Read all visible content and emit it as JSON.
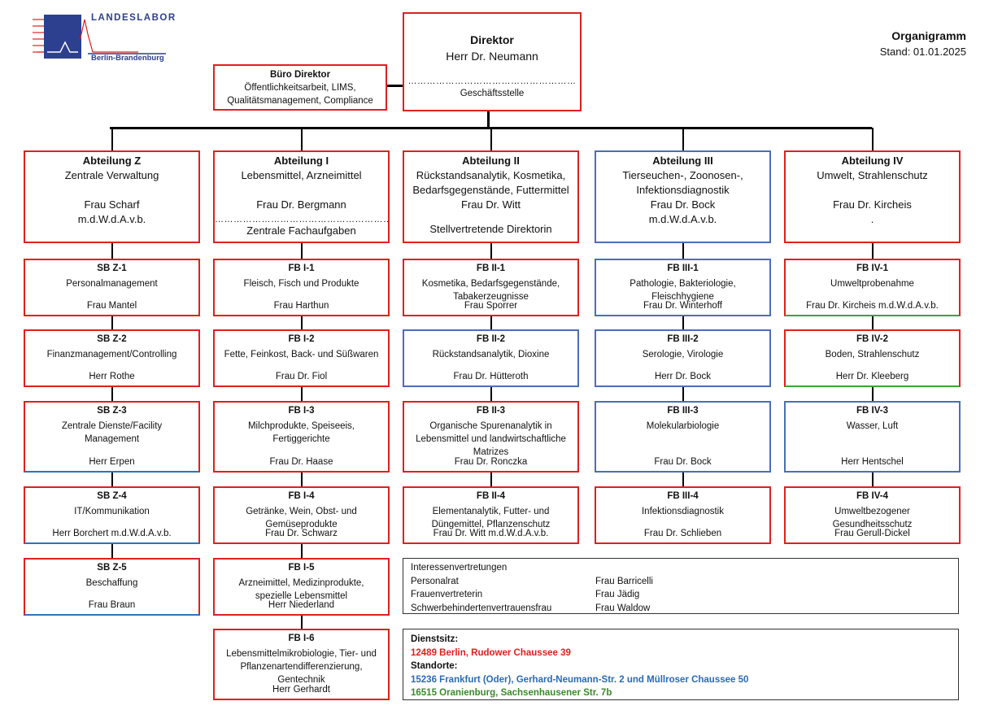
{
  "logo": {
    "line1": "LANDESLABOR",
    "line2": "Berlin-Brandenburg",
    "primary": "#2d3f8f",
    "accent": "#e0201c"
  },
  "header": {
    "title": "Organigramm",
    "date": "Stand: 01.01.2025"
  },
  "director": {
    "title": "Direktor",
    "name": "Herr Dr. Neumann",
    "dots": "………………………………………………",
    "sub": "Geschäftsstelle"
  },
  "office": {
    "title": "Büro Direktor",
    "line1": "Öffentlichkeitsarbeit, LIMS,",
    "line2": "Qualitätsmanagement, Compliance"
  },
  "departments": [
    {
      "title": "Abteilung Z",
      "desc": [
        "Zentrale Verwaltung"
      ],
      "person": "Frau Scharf",
      "extra": "m.d.W.d.A.v.b.",
      "units": [
        {
          "code": "SB Z-1",
          "desc": [
            "Personalmanagement"
          ],
          "person": "Frau Mantel"
        },
        {
          "code": "SB Z-2",
          "desc": [
            "Finanzmanagement/Controlling"
          ],
          "person": "Herr Rothe"
        },
        {
          "code": "SB Z-3",
          "desc": [
            "Zentrale Dienste/Facility",
            "Management"
          ],
          "person": "Herr Erpen"
        },
        {
          "code": "SB Z-4",
          "desc": [
            "IT/Kommunikation"
          ],
          "person": "Herr Borchert m.d.W.d.A.v.b."
        },
        {
          "code": "SB Z-5",
          "desc": [
            "Beschaffung"
          ],
          "person": "Frau Braun"
        }
      ]
    },
    {
      "title": "Abteilung I",
      "desc": [
        "Lebensmittel, Arzneimittel"
      ],
      "person": "Frau Dr. Bergmann",
      "dots": "…………………………………………………",
      "extra": "Zentrale Fachaufgaben",
      "units": [
        {
          "code": "FB I-1",
          "desc": [
            "Fleisch, Fisch und Produkte"
          ],
          "person": "Frau Harthun"
        },
        {
          "code": "FB I-2",
          "desc": [
            "Fette, Feinkost, Back- und Süßwaren"
          ],
          "person": "Frau Dr. Fiol"
        },
        {
          "code": "FB I-3",
          "desc": [
            "Milchprodukte, Speiseeis,",
            "Fertiggerichte"
          ],
          "person": "Frau Dr. Haase"
        },
        {
          "code": "FB I-4",
          "desc": [
            "Getränke, Wein, Obst- und",
            "Gemüseprodukte"
          ],
          "person": "Frau Dr. Schwarz"
        },
        {
          "code": "FB I-5",
          "desc": [
            "Arzneimittel, Medizinprodukte,",
            "spezielle Lebensmittel"
          ],
          "person": "Herr Niederland"
        },
        {
          "code": "FB I-6",
          "desc": [
            "Lebensmittelmikrobiologie, Tier- und",
            "Pflanzenartendifferenzierung,",
            "Gentechnik"
          ],
          "person": "Herr Gerhardt"
        }
      ]
    },
    {
      "title": "Abteilung II",
      "desc": [
        "Rückstandsanalytik, Kosmetika,",
        "Bedarfsgegenstände, Futtermittel"
      ],
      "person": "Frau Dr. Witt",
      "extra": "Stellvertretende Direktorin",
      "units": [
        {
          "code": "FB II-1",
          "desc": [
            "Kosmetika, Bedarfsgegenstände,",
            "Tabakerzeugnisse"
          ],
          "person": "Frau Sporrer"
        },
        {
          "code": "FB II-2",
          "desc": [
            "Rückstandsanalytik, Dioxine"
          ],
          "person": "Frau Dr. Hütteroth"
        },
        {
          "code": "FB II-3",
          "desc": [
            "Organische Spurenanalytik in",
            "Lebensmittel und landwirtschaftliche",
            "Matrizes"
          ],
          "person": "Frau Dr. Ronczka"
        },
        {
          "code": "FB II-4",
          "desc": [
            "Elementanalytik, Futter- und",
            "Düngemittel, Pflanzenschutz"
          ],
          "person": "Frau Dr. Witt m.d.W.d.A.v.b."
        }
      ]
    },
    {
      "title": "Abteilung III",
      "desc": [
        "Tierseuchen-, Zoonosen-,",
        "Infektionsdiagnostik"
      ],
      "person": "Frau Dr. Bock",
      "extra": "m.d.W.d.A.v.b.",
      "units": [
        {
          "code": "FB III-1",
          "desc": [
            "Pathologie, Bakteriologie,",
            "Fleischhygiene"
          ],
          "person": "Frau Dr. Winterhoff"
        },
        {
          "code": "FB III-2",
          "desc": [
            "Serologie, Virologie"
          ],
          "person": "Herr Dr. Bock"
        },
        {
          "code": "FB III-3",
          "desc": [
            "Molekularbiologie"
          ],
          "person": "Frau Dr. Bock"
        },
        {
          "code": "FB III-4",
          "desc": [
            "Infektionsdiagnostik"
          ],
          "person": "Frau Dr. Schlieben"
        }
      ]
    },
    {
      "title": "Abteilung IV",
      "desc": [
        "Umwelt, Strahlenschutz"
      ],
      "person": "Frau Dr. Kircheis",
      "extra": ".",
      "units": [
        {
          "code": "FB IV-1",
          "desc": [
            "Umweltprobenahme"
          ],
          "person": "Frau Dr. Kircheis m.d.W.d.A.v.b."
        },
        {
          "code": "FB IV-2",
          "desc": [
            "Boden, Strahlenschutz"
          ],
          "person": "Herr Dr. Kleeberg"
        },
        {
          "code": "FB IV-3",
          "desc": [
            "Wasser, Luft"
          ],
          "person": "Herr Hentschel"
        },
        {
          "code": "FB IV-4",
          "desc": [
            "Umweltbezogener",
            "Gesundheitsschutz"
          ],
          "person": "Frau Gerull-Dickel"
        }
      ]
    }
  ],
  "representation": {
    "title": "Interessenvertretungen",
    "rows": [
      {
        "role": "Personalrat",
        "name": "Frau Barricelli"
      },
      {
        "role": "Frauenvertreterin",
        "name": "Frau Jädig"
      },
      {
        "role": "Schwerbehindertenvertrauensfrau",
        "name": "Frau Waldow"
      }
    ]
  },
  "locations": {
    "main_label": "Dienstsitz:",
    "main": "12489 Berlin, Rudower Chaussee 39",
    "other_label": "Standorte:",
    "site1": "15236 Frankfurt (Oder), Gerhard-Neumann-Str. 2 und Müllroser Chaussee 50",
    "site2": "16515 Oranienburg, Sachsenhausener Str. 7b",
    "colors": {
      "main": "#e0201c",
      "site1": "#2a6ab8",
      "site2": "#3a8a2a"
    }
  }
}
